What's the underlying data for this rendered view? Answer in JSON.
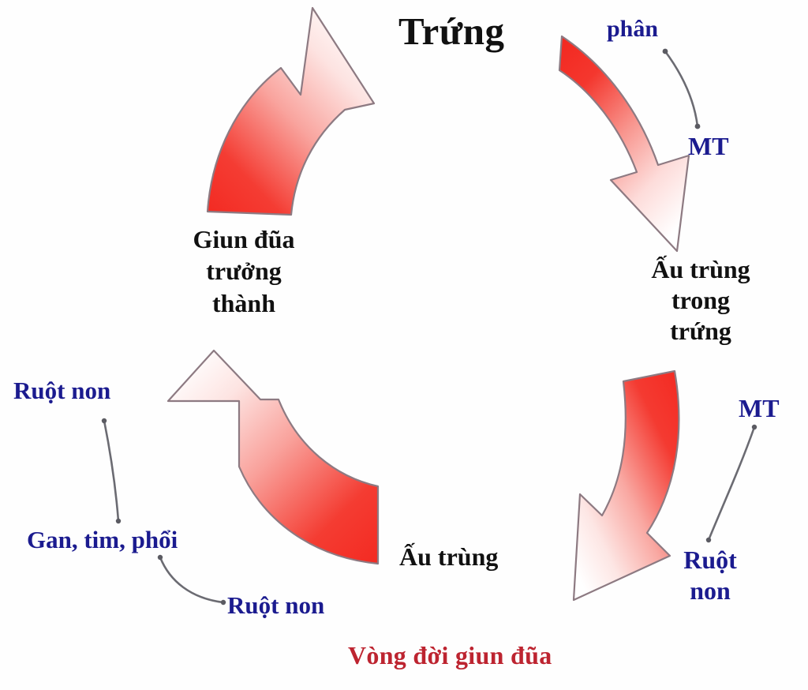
{
  "diagram": {
    "caption": "Vòng đời giun đũa",
    "stage_labels": {
      "egg": "Trứng",
      "larva_in_egg": "Ấu trùng\ntrong\ntrứng",
      "larva": "Ấu trùng",
      "adult_worm": "Giun đũa\ntrưởng\nthành"
    },
    "annotations": {
      "feces": "phân",
      "environment_1": "MT",
      "environment_2": "MT",
      "small_intestine_right": "Ruột\nnon",
      "small_intestine_bottom": "Ruột non",
      "liver_heart_lung": "Gan, tim, phổi",
      "small_intestine_left": "Ruột non"
    },
    "colors": {
      "arrow_red": "#ee3328",
      "arrow_outline": "#8d7a82",
      "label_black": "#111111",
      "label_blue": "#1b1b8f",
      "caption_red": "#bd2430",
      "connector_line": "#6b6b72",
      "background": "#fefefe"
    }
  }
}
